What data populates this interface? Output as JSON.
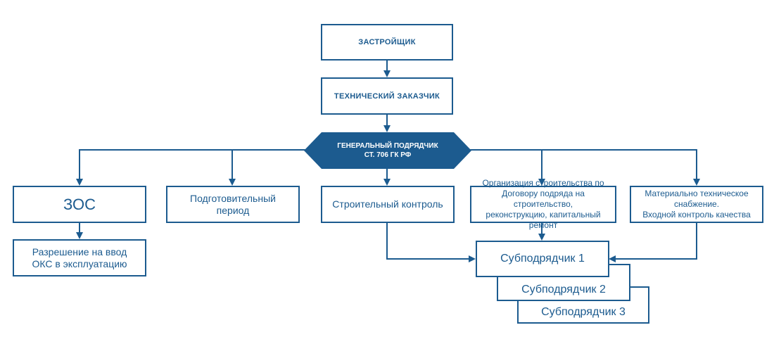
{
  "diagram": {
    "developer": "ЗАСТРОЙЩИК",
    "technical_customer": "ТЕХНИЧЕСКИЙ ЗАКАЗЧИК",
    "general_contractor": "ГЕНЕРАЛЬНЫЙ ПОДРЯДЧИК\nСТ. 706 ГК РФ",
    "branches": {
      "zos": "ЗОС",
      "preparatory": "Подготовительный\nпериод",
      "construction_control": "Строительный контроль",
      "organization": "Организация строительства по\nДоговору подряда на строительство,\nреконструкцию, капитальный ремонт",
      "supply": "Материально техническое\nснабжение.\nВходной контроль качества"
    },
    "permit": "Разрешение на ввод\nОКС в эксплуатацию",
    "subcontractors": [
      "Субподрядчик 1",
      "Субподрядчик 2",
      "Субподрядчик 3"
    ]
  },
  "colors": {
    "accent": "#1c5b8f",
    "box_fill": "#ffffff",
    "label_light": "#ffffff"
  }
}
